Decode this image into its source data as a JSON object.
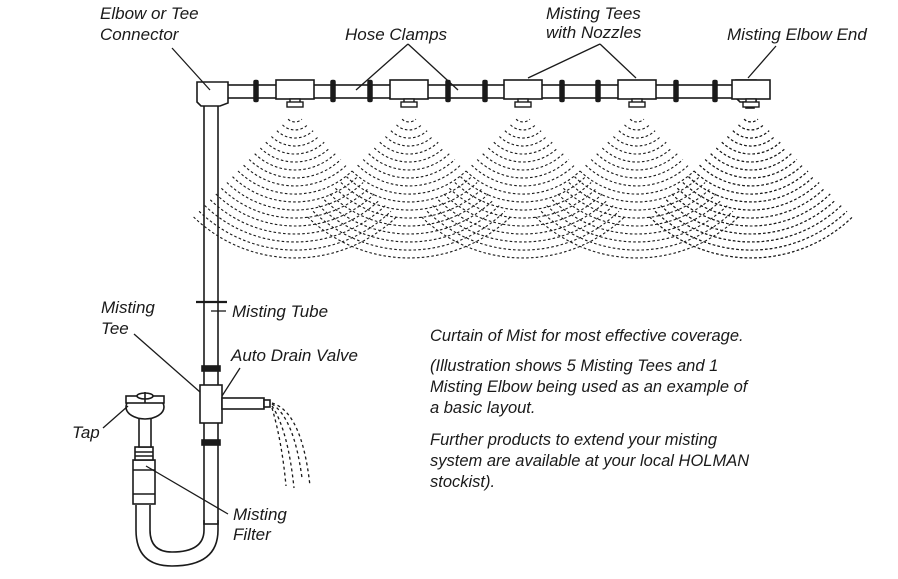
{
  "labels": {
    "elbow_tee_connector": [
      "Elbow or Tee",
      "Connector"
    ],
    "hose_clamps": "Hose Clamps",
    "misting_tees": [
      "Misting Tees",
      "with Nozzles"
    ],
    "misting_elbow_end": "Misting Elbow End",
    "misting_tee": [
      "Misting",
      "Tee"
    ],
    "misting_tube": "Misting Tube",
    "auto_drain_valve": "Auto Drain Valve",
    "tap": "Tap",
    "misting_filter": [
      "Misting",
      "Filter"
    ]
  },
  "notes": {
    "line1": "Curtain of Mist for most effective coverage.",
    "line2": [
      "(Illustration shows 5 Misting Tees and 1",
      "Misting Elbow being used as an example of",
      "a basic layout."
    ],
    "line3": [
      "Further products to extend your misting",
      "system are available at your local HOLMAN",
      "stockist)."
    ]
  },
  "layout_info": {
    "misting_tee_count": 5,
    "misting_elbow_count": 1
  },
  "colors": {
    "line": "#1a1a1a",
    "background": "#ffffff"
  }
}
